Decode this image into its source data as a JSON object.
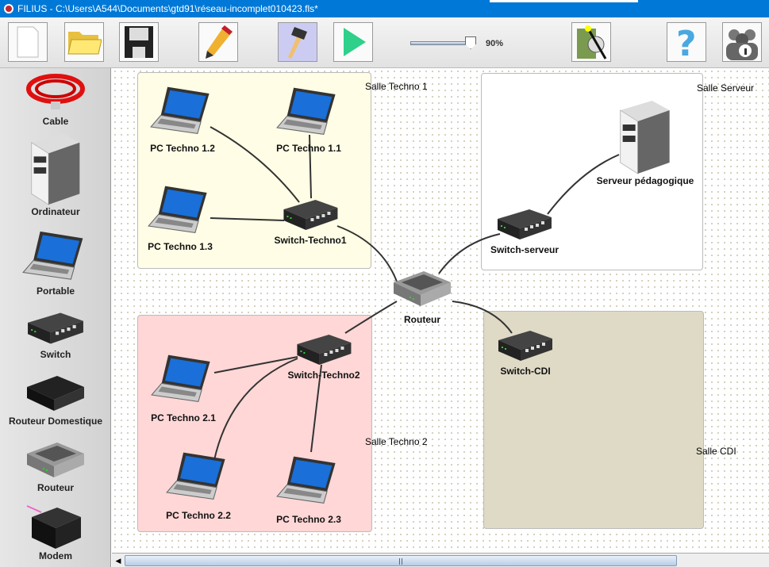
{
  "window": {
    "title": "FILIUS - C:\\Users\\A544\\Documents\\gtd91\\réseau-incomplet010423.fls*"
  },
  "toolbar": {
    "buttons": [
      {
        "name": "new-file",
        "icon": "new-file-icon"
      },
      {
        "name": "open",
        "icon": "folder-icon"
      },
      {
        "name": "save",
        "icon": "floppy-icon"
      },
      {
        "name": "design-mode",
        "icon": "pencil-icon"
      },
      {
        "name": "build-mode",
        "icon": "hammer-icon",
        "active": true
      },
      {
        "name": "simulation-mode",
        "icon": "play-icon"
      },
      {
        "name": "wizard",
        "icon": "wizard-icon"
      },
      {
        "name": "help",
        "icon": "question-icon"
      },
      {
        "name": "info",
        "icon": "info-icon"
      }
    ],
    "zoom_percent": 90,
    "zoom_label": "90%"
  },
  "sidebar": {
    "items": [
      "Cable",
      "Ordinateur",
      "Portable",
      "Switch",
      "Routeur Domestique",
      "Routeur",
      "Modem"
    ]
  },
  "rooms": {
    "techno1": "Salle Techno 1",
    "serveur": "Salle Serveur",
    "techno2": "Salle Techno 2",
    "cdi": "Salle CDI"
  },
  "colors": {
    "techno1": "#fffde5",
    "serveur": "#ffffff",
    "techno2": "#ffd7d7",
    "cdi": "#dfdac6",
    "titlebar": "#0078d7"
  },
  "nodes": {
    "pc12": "PC Techno 1.2",
    "pc11": "PC Techno 1.1",
    "pc13": "PC Techno 1.3",
    "sw1": "Switch-Techno1",
    "server": "Serveur pédagogique",
    "swserv": "Switch-serveur",
    "router": "Routeur",
    "sw2": "Switch-Techno2",
    "swcdi": "Switch-CDI",
    "pc21": "PC Techno 2.1",
    "pc22": "PC Techno 2.2",
    "pc23": "PC Techno 2.3"
  }
}
